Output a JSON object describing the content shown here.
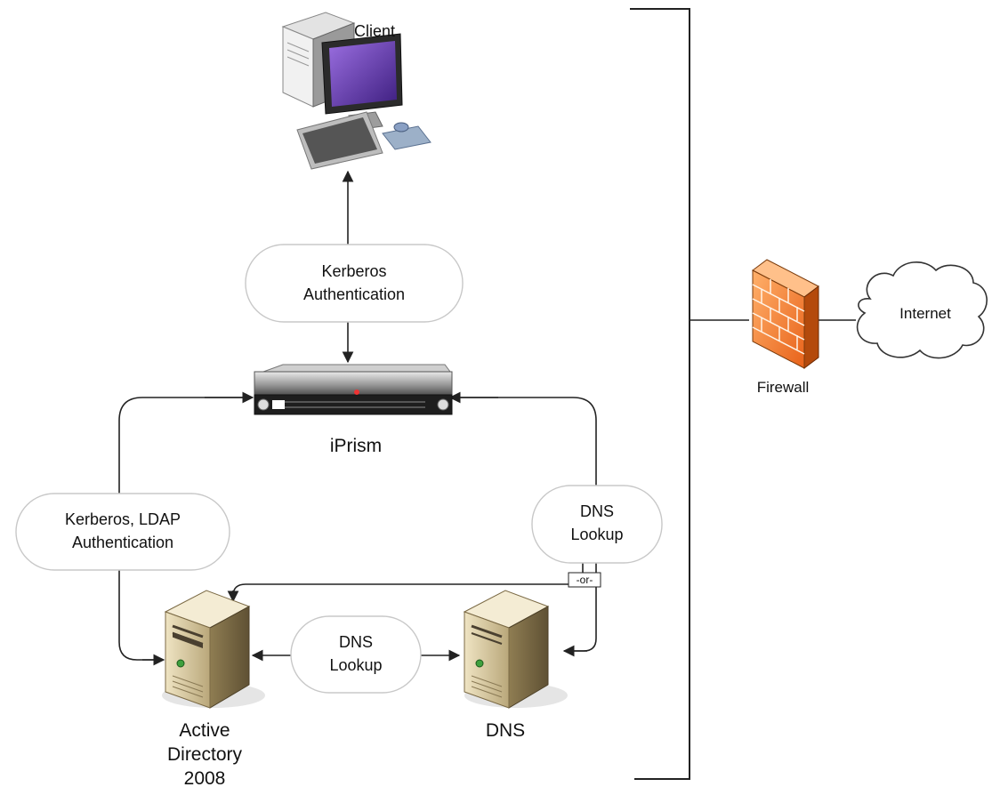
{
  "nodes": {
    "client": "Client",
    "iprism": "iPrism",
    "active_directory": [
      "Active",
      "Directory",
      "2008"
    ],
    "dns": "DNS",
    "firewall": "Firewall",
    "internet": "Internet"
  },
  "bubbles": {
    "kerberos": [
      "Kerberos",
      "Authentication"
    ],
    "kerberos_ldap": [
      "Kerberos, LDAP",
      "Authentication"
    ],
    "dns_lookup_right": [
      "DNS",
      "Lookup"
    ],
    "dns_lookup_bottom": [
      "DNS",
      "Lookup"
    ]
  },
  "connector_note": "-or-",
  "colors": {
    "line": "#222222",
    "bubble_border": "#c8c8c8",
    "firewall_brick": "#f07a2a",
    "server_body": "#d8c9a2",
    "monitor_screen": "#6a3fb0"
  },
  "icons": {
    "client": "desktop-computer-icon",
    "iprism": "rack-server-icon",
    "active_directory": "tower-server-icon",
    "dns": "tower-server-icon",
    "firewall": "brick-firewall-icon",
    "internet": "cloud-icon"
  }
}
